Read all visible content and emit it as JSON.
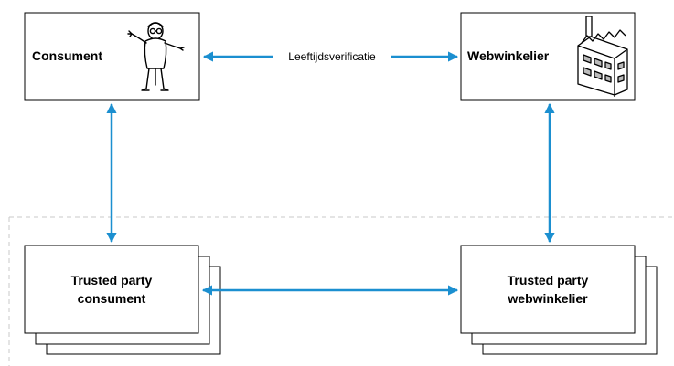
{
  "diagram": {
    "nodes": {
      "consumer": {
        "label": "Consument",
        "icon": "man-figure-icon"
      },
      "webshop": {
        "label": "Webwinkelier",
        "icon": "factory-icon"
      },
      "tp_consumer": {
        "line1": "Trusted party",
        "line2": "consument"
      },
      "tp_webshop": {
        "line1": "Trusted party",
        "line2": "webwinkelier"
      }
    },
    "edges": {
      "top": {
        "label": "Leeftijdsverificatie"
      }
    },
    "colors": {
      "arrow": "#1b8fd0",
      "box_border": "#000000",
      "zone_border": "#c8c8c8"
    }
  }
}
